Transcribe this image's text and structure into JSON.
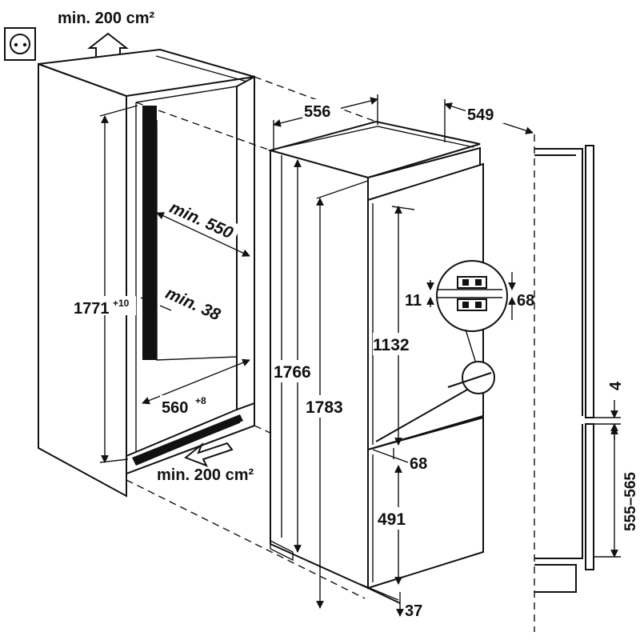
{
  "labels": {
    "vent_top": "min. 200 cm²",
    "vent_bottom": "min. 200 cm²",
    "niche_height": "1771",
    "niche_height_tol": "+10",
    "niche_depth": "min. 550",
    "air_gap": "min. 38",
    "niche_width": "560",
    "niche_width_tol": "+8",
    "appliance_width": "556",
    "appliance_depth": "549",
    "appliance_height_body": "1766",
    "appliance_height_total": "1783",
    "fridge_door_height": "1132",
    "hinge_gap_a": "11",
    "hinge_gap_b": "68",
    "door_gap": "68",
    "freezer_door_height": "491",
    "bottom_offset": "37",
    "side_gap": "4",
    "freezer_door_range": "555–565"
  },
  "icons": {
    "socket": "power-socket-icon",
    "airflow": "airflow-arrow-icon"
  },
  "colors": {
    "line": "#111111",
    "background": "#ffffff"
  }
}
